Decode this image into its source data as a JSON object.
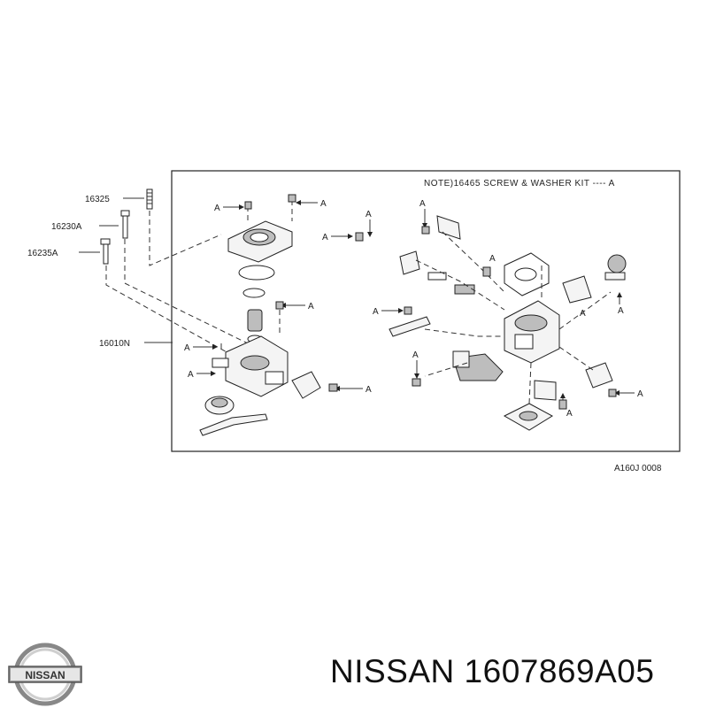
{
  "diagram": {
    "note": "NOTE)16465 SCREW & WASHER KIT ---- A",
    "ref_code": "A160J 0008",
    "callout_letter": "A",
    "part_labels": [
      "16325",
      "16230A",
      "16235A",
      "16010N"
    ]
  },
  "brand": {
    "logo_text": "NISSAN",
    "part_number_text": "NISSAN 1607869A05"
  }
}
